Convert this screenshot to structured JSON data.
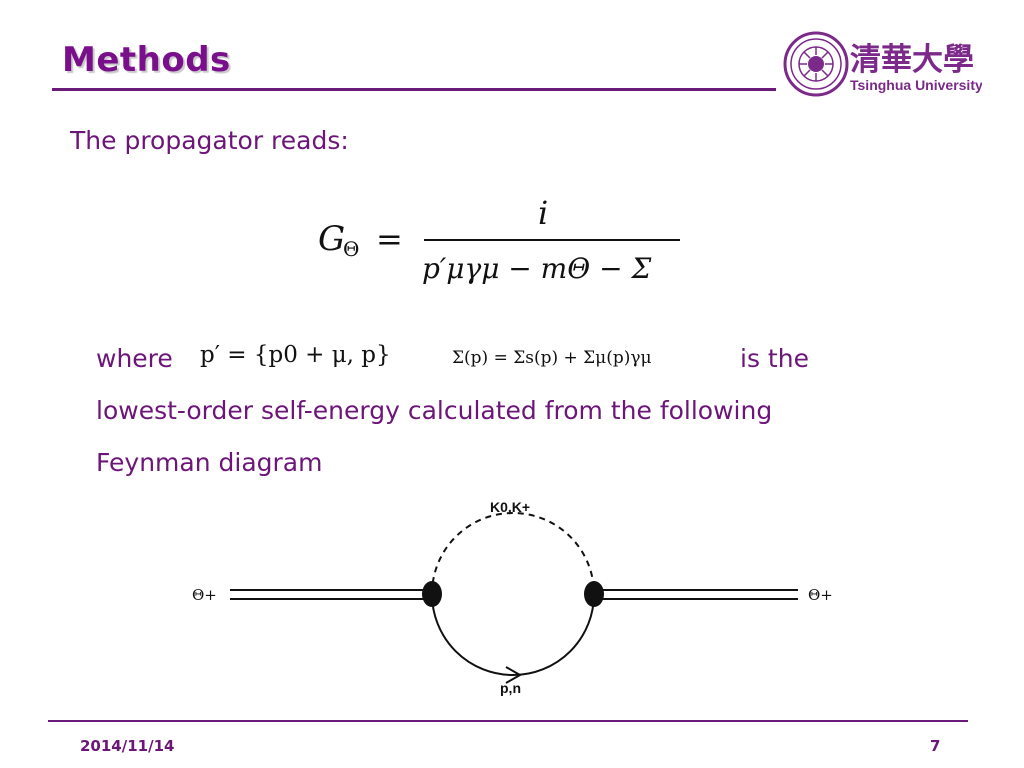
{
  "slide": {
    "title": "Methods",
    "intro": "The propagator reads:",
    "where_label": "where",
    "is_the": "is the",
    "line2": "lowest-order self-energy calculated from the following",
    "line3": "Feynman diagram"
  },
  "logo": {
    "name_en": "Tsinghua University",
    "name_cn": "清華大學"
  },
  "formulas": {
    "propagator_lhs": "G",
    "propagator_lhs_sub": "Θ",
    "equals": "=",
    "numerator": "i",
    "denominator": "p′μγμ − mΘ − Σ",
    "p_prime_def": "p′ = {p0 + μ, p}",
    "sigma_def": "Σ(p) = Σs(p) + Σμ(p)γμ"
  },
  "diagram": {
    "left_particle": "Θ+",
    "right_particle": "Θ+",
    "top_line_label": "K0,K+",
    "bottom_line_label": "p,n"
  },
  "footer": {
    "date": "2014/11/14",
    "page": "7"
  },
  "colors": {
    "accent": "#6d1679",
    "title": "#7a0f8c",
    "logo": "#7b2a8a"
  }
}
